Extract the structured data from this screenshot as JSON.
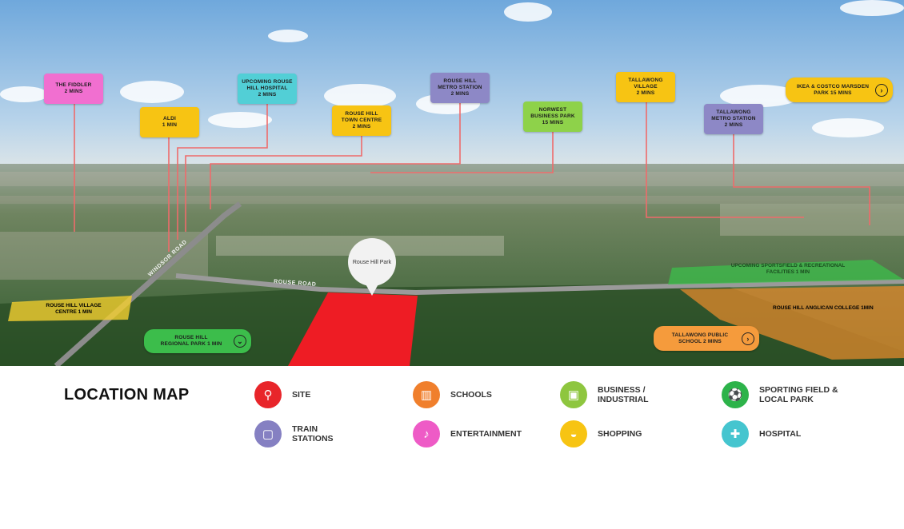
{
  "map": {
    "markers": [
      {
        "id": "the-fiddler",
        "line1": "THE FIDDLER",
        "line2": "2 MINS",
        "color": "#f16fd0"
      },
      {
        "id": "aldi",
        "line1": "ALDI",
        "line2": "1 MIN",
        "color": "#f7c413"
      },
      {
        "id": "upcoming-hospital",
        "line1": "UPCOMING ROUSE",
        "line2": "HILL HOSPITAL",
        "line3": "2 MINS",
        "color": "#52cfd6"
      },
      {
        "id": "town-centre",
        "line1": "ROUSE HILL",
        "line2": "TOWN CENTRE",
        "line3": "2 MINS",
        "color": "#f7c413"
      },
      {
        "id": "metro-station",
        "line1": "ROUSE HILL",
        "line2": "METRO STATION",
        "line3": "2 MINS",
        "color": "#8d88c6"
      },
      {
        "id": "norwest",
        "line1": "NORWEST",
        "line2": "BUSINESS PARK",
        "line3": "15 MINS",
        "color": "#8ed24a"
      },
      {
        "id": "tallawong-village",
        "line1": "TALLAWONG",
        "line2": "VILLAGE",
        "line3": "2 MINS",
        "color": "#f7c413"
      },
      {
        "id": "tallawong-metro",
        "line1": "TALLAWONG",
        "line2": "METRO STATION",
        "line3": "2 MINS",
        "color": "#8d88c6"
      }
    ],
    "pills": {
      "ikea": {
        "line1": "IKEA & COSTCO MARSDEN",
        "line2": "PARK 15 MINS",
        "color": "#f7c413",
        "arrow": "›"
      },
      "regional_park": {
        "line1": "ROUSE HILL",
        "line2": "REGIONAL PARK 1 MIN",
        "color": "#3cbd4b",
        "arrow": "⌄"
      },
      "tallawong_school": {
        "line1": "TALLAWONG PUBLIC",
        "line2": "SCHOOL 2 MINS",
        "color": "#f59b3c",
        "arrow": "›"
      }
    },
    "zones": {
      "village_centre": "ROUSE HILL VILLAGE CENTRE 1 MIN",
      "sportsfield": "UPCOMING SPORTSFIELD & RECREATIONAL FACILITIES 1 MIN",
      "anglican_college": "ROUSE HILL ANGLICAN COLLEGE 1MIN"
    },
    "roads": {
      "windsor": "WINDSOR ROAD",
      "rouse": "ROUSE ROAD"
    },
    "park_pin": "Rouse Hill Park"
  },
  "legend": {
    "title": "LOCATION MAP",
    "items": [
      {
        "id": "site",
        "label": "SITE",
        "color": "#e8252a",
        "icon": "pin-icon",
        "glyph": "⚲"
      },
      {
        "id": "schools",
        "label": "SCHOOLS",
        "color": "#f07f2c",
        "icon": "book-icon",
        "glyph": "▥"
      },
      {
        "id": "business",
        "label": "BUSINESS / INDUSTRIAL",
        "color": "#8ec63f",
        "icon": "briefcase-icon",
        "glyph": "▣"
      },
      {
        "id": "sporting",
        "label": "SPORTING FIELD & LOCAL PARK",
        "color": "#2db34a",
        "icon": "ball-icon",
        "glyph": "⚽"
      },
      {
        "id": "train",
        "label": "TRAIN STATIONS",
        "color": "#8580c2",
        "icon": "train-icon",
        "glyph": "▢"
      },
      {
        "id": "entertainment",
        "label": "ENTERTAINMENT",
        "color": "#ee5bc6",
        "icon": "microphone-icon",
        "glyph": "♪"
      },
      {
        "id": "shopping",
        "label": "SHOPPING",
        "color": "#f7c413",
        "icon": "basket-icon",
        "glyph": "◒"
      },
      {
        "id": "hospital",
        "label": "HOSPITAL",
        "color": "#45c5cf",
        "icon": "hospital-icon",
        "glyph": "✚"
      }
    ]
  }
}
